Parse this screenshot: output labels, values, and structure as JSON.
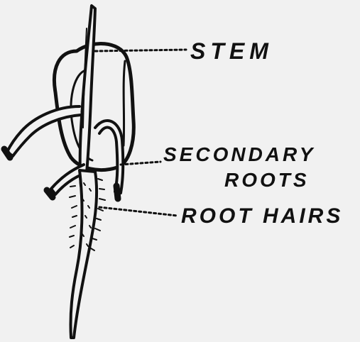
{
  "labels": {
    "stem": "STEM",
    "secondary_roots_line1": "SECONDARY",
    "secondary_roots_line2": "ROOTS",
    "root_hairs": "ROOT HAIRS"
  },
  "colors": {
    "background": "#f1f1f1",
    "ink": "#111111"
  }
}
